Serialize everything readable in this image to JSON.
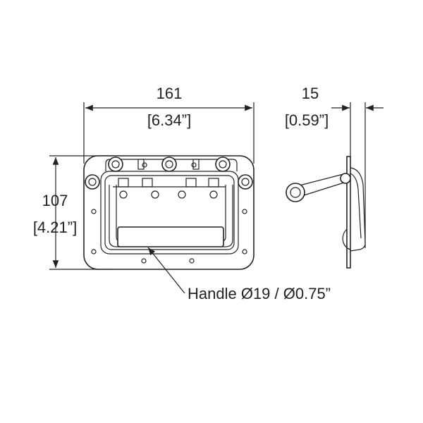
{
  "dimensions": {
    "width_mm": "161",
    "width_in": "[6.34”]",
    "height_mm": "107",
    "height_in": "[4.21”]",
    "depth_mm": "15",
    "depth_in": "[0.59”]"
  },
  "callout": {
    "handle_label": "Handle Ø19 / Ø0.75”"
  }
}
